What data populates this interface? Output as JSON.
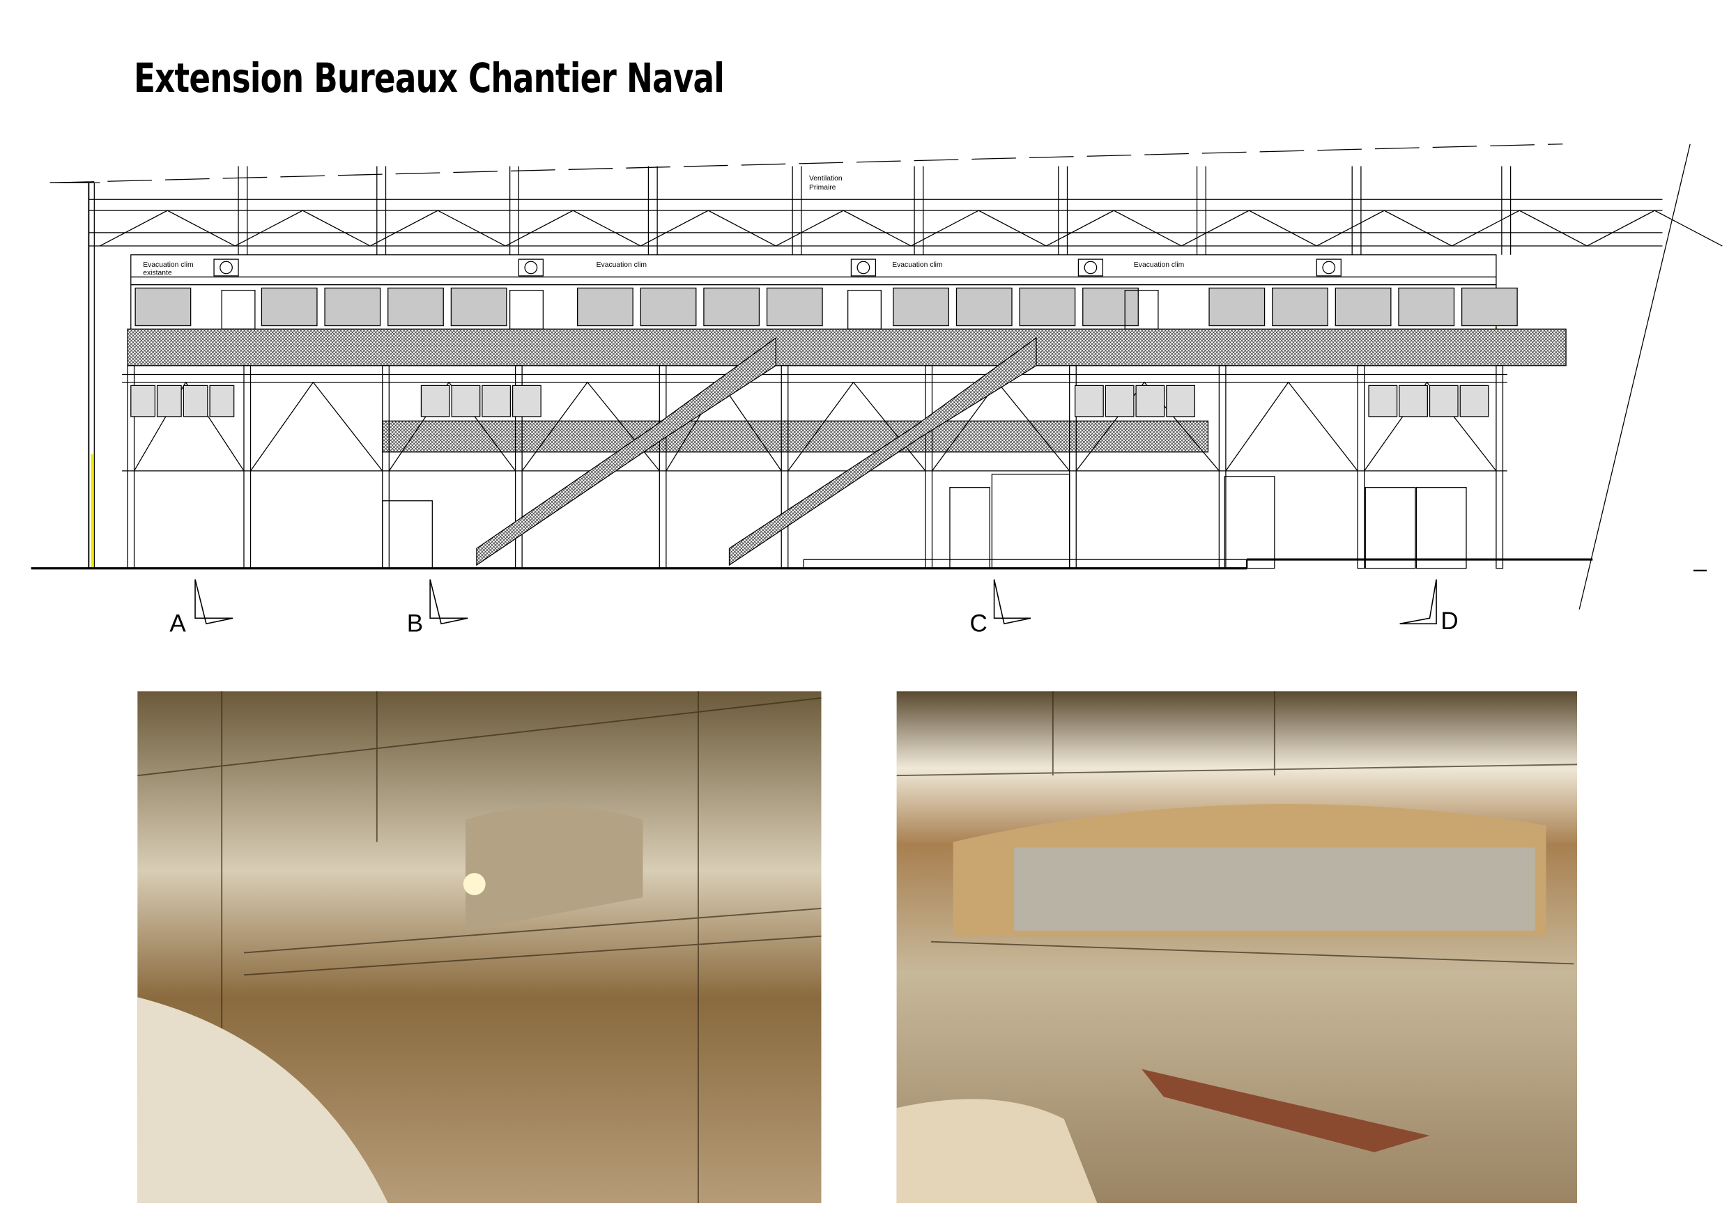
{
  "title": {
    "part1": "Extension Bureaux",
    "part2": "Chantier Naval"
  },
  "annotations": {
    "ventilation": [
      "Ventilation",
      "Primaire"
    ],
    "evac_existante": [
      "Evacuation clim",
      "existante"
    ],
    "evac": "Evacuation clim"
  },
  "sections": [
    "A",
    "B",
    "C",
    "D"
  ],
  "colors": {
    "line": "#000000",
    "window_fill": "#c8c8c8",
    "highlight": "#f2e600"
  }
}
